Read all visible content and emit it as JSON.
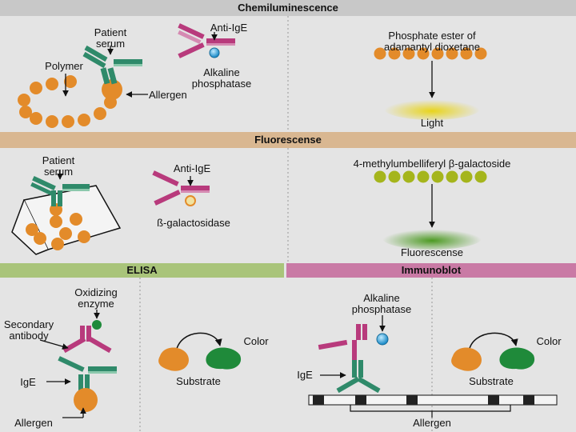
{
  "sections": {
    "chemi": "Chemiluminescence",
    "fluor": "Fluorescense",
    "elisa": "ELISA",
    "immuno": "Immunoblot"
  },
  "labels": {
    "patient_serum": "Patient\nserum",
    "polymer": "Polymer",
    "allergen": "Allergen",
    "anti_ige": "Anti-IgE",
    "alk_phos": "Alkaline\nphosphatase",
    "phosphate_ester": "Phosphate ester of\nadamantyl dioxetane",
    "light": "Light",
    "beta_gal": "ß-galactosidase",
    "mub": "4-methylumbelliferyl β-galactoside",
    "fluorescence": "Fluorescense",
    "oxidizing_enzyme": "Oxidizing\nenzyme",
    "secondary_antibody": "Secondary\nantibody",
    "ige": "IgE",
    "color": "Color",
    "substrate": "Substrate"
  },
  "colors": {
    "chemi_band": "#c8c8c8",
    "fluor_band": "#d9b791",
    "elisa_band": "#a9c47a",
    "immuno_band": "#c97aa5",
    "bead": "#e38b2a",
    "green_bead": "#a5b51c",
    "light_glow": "#e6d21e",
    "fluor_glow": "#5aa32a",
    "ab_green": "#2f8a6a",
    "ab_pink": "#b83a7c",
    "enzyme_blue": "#1e9ad0"
  }
}
